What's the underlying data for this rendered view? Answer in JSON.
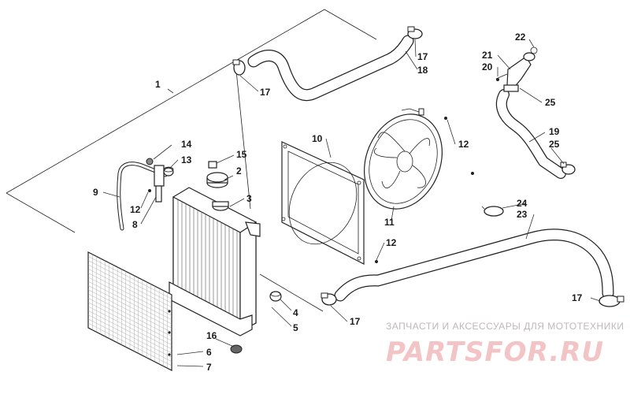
{
  "diagram": {
    "callouts": {
      "c1": "1",
      "c2": "2",
      "c3": "3",
      "c4": "4",
      "c5": "5",
      "c6": "6",
      "c7": "7",
      "c8": "8",
      "c9": "9",
      "c10": "10",
      "c11": "11",
      "c12a": "12",
      "c12b": "12",
      "c12c": "12",
      "c13": "13",
      "c14": "14",
      "c15": "15",
      "c16": "16",
      "c17a": "17",
      "c17b": "17",
      "c17c": "17",
      "c17d": "17",
      "c18": "18",
      "c19": "19",
      "c20": "20",
      "c21": "21",
      "c22": "22",
      "c23": "23",
      "c24": "24",
      "c25a": "25",
      "c25b": "25"
    }
  },
  "watermark": {
    "tagline": "ЗАПЧАСТИ И АКСЕССУАРЫ ДЛЯ МОТОТЕХНИКИ",
    "logo": "PARTSFOR.RU"
  }
}
